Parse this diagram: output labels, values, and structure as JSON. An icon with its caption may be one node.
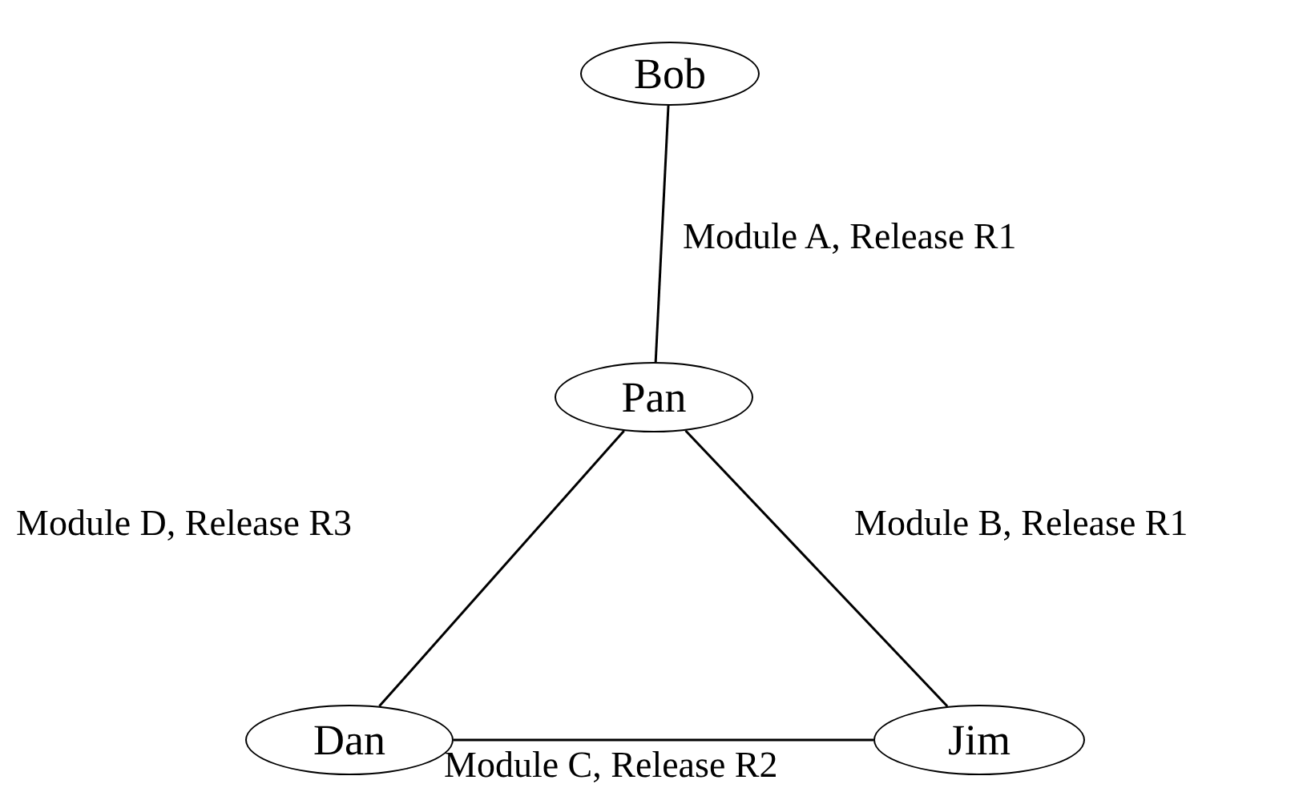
{
  "diagram": {
    "nodes": [
      {
        "text": [
          "Bob"
        ]
      },
      {
        "text": [
          "Pan"
        ]
      },
      {
        "text": [
          "Dan"
        ]
      },
      {
        "text": [
          "Jim"
        ]
      }
    ],
    "edges": [
      {
        "from": 0,
        "to": 1,
        "arrow": "none",
        "label": "Module A, Release R1"
      },
      {
        "from": 1,
        "to": 3,
        "arrow": "none",
        "label": "Module B, Release R1"
      },
      {
        "from": 2,
        "to": 3,
        "arrow": "none",
        "label": "Module C, Release R2"
      },
      {
        "from": 1,
        "to": 2,
        "arrow": "none",
        "label": "Module D, Release R3"
      }
    ]
  }
}
